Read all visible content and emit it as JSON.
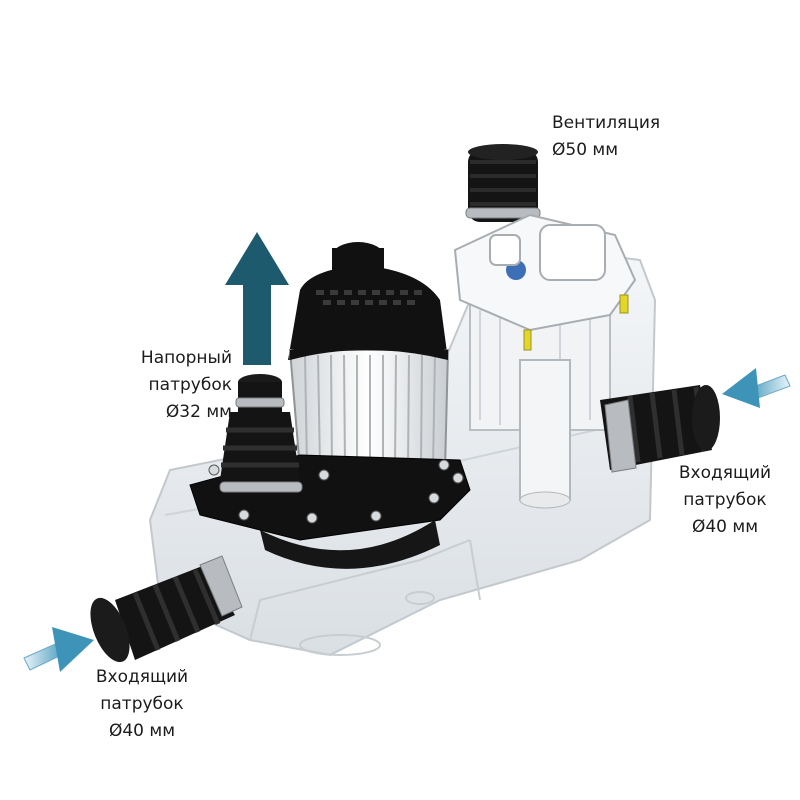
{
  "labels": {
    "ventilation": {
      "line1": "Вентиляция",
      "line2": "Ø50 мм"
    },
    "pressure_outlet": {
      "line1": "Напорный",
      "line2": "патрубок",
      "line3": "Ø32 мм"
    },
    "inlet_right": {
      "line1": "Входящий",
      "line2": "патрубок",
      "line3": "Ø40 мм"
    },
    "inlet_left": {
      "line1": "Входящий",
      "line2": "патрубок",
      "line3": "Ø40 мм"
    }
  },
  "colors": {
    "outlet_arrow": "#1d5a6e",
    "inlet_arrow": "#3d94b8",
    "tank": "#eceff2",
    "rubber": "#141414",
    "motor": "#111111"
  }
}
